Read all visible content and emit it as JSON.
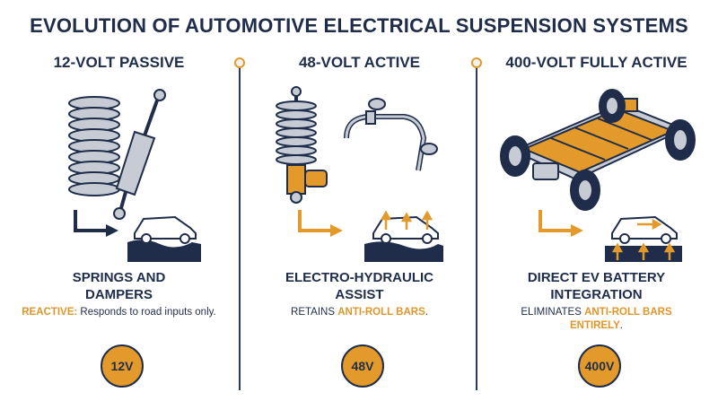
{
  "title": "EVOLUTION OF AUTOMOTIVE ELECTRICAL SUSPENSION SYSTEMS",
  "colors": {
    "navy": "#1f2d4a",
    "orange": "#e39a2a",
    "steel": "#b8bec7"
  },
  "columns": [
    {
      "heading": "12-VOLT PASSIVE",
      "sub_line1": "SPRINGS AND",
      "sub_line2": "DAMPERS",
      "desc_highlight": "REACTIVE:",
      "desc_rest": " Responds to road inputs only.",
      "badge": "12V"
    },
    {
      "heading": "48-VOLT ACTIVE",
      "sub_line1": "ELECTRO-HYDRAULIC",
      "sub_line2": "ASSIST",
      "desc_pre": "RETAINS ",
      "desc_highlight": "ANTI-ROLL BARS",
      "desc_post": ".",
      "badge": "48V"
    },
    {
      "heading": "400-VOLT FULLY ACTIVE",
      "sub_line1": "DIRECT EV BATTERY",
      "sub_line2": "INTEGRATION",
      "desc_pre": "ELIMINATES ",
      "desc_highlight": "ANTI-ROLL BARS",
      "desc_post_highlight": "ENTIRELY",
      "desc_post": ".",
      "badge": "400V"
    }
  ]
}
